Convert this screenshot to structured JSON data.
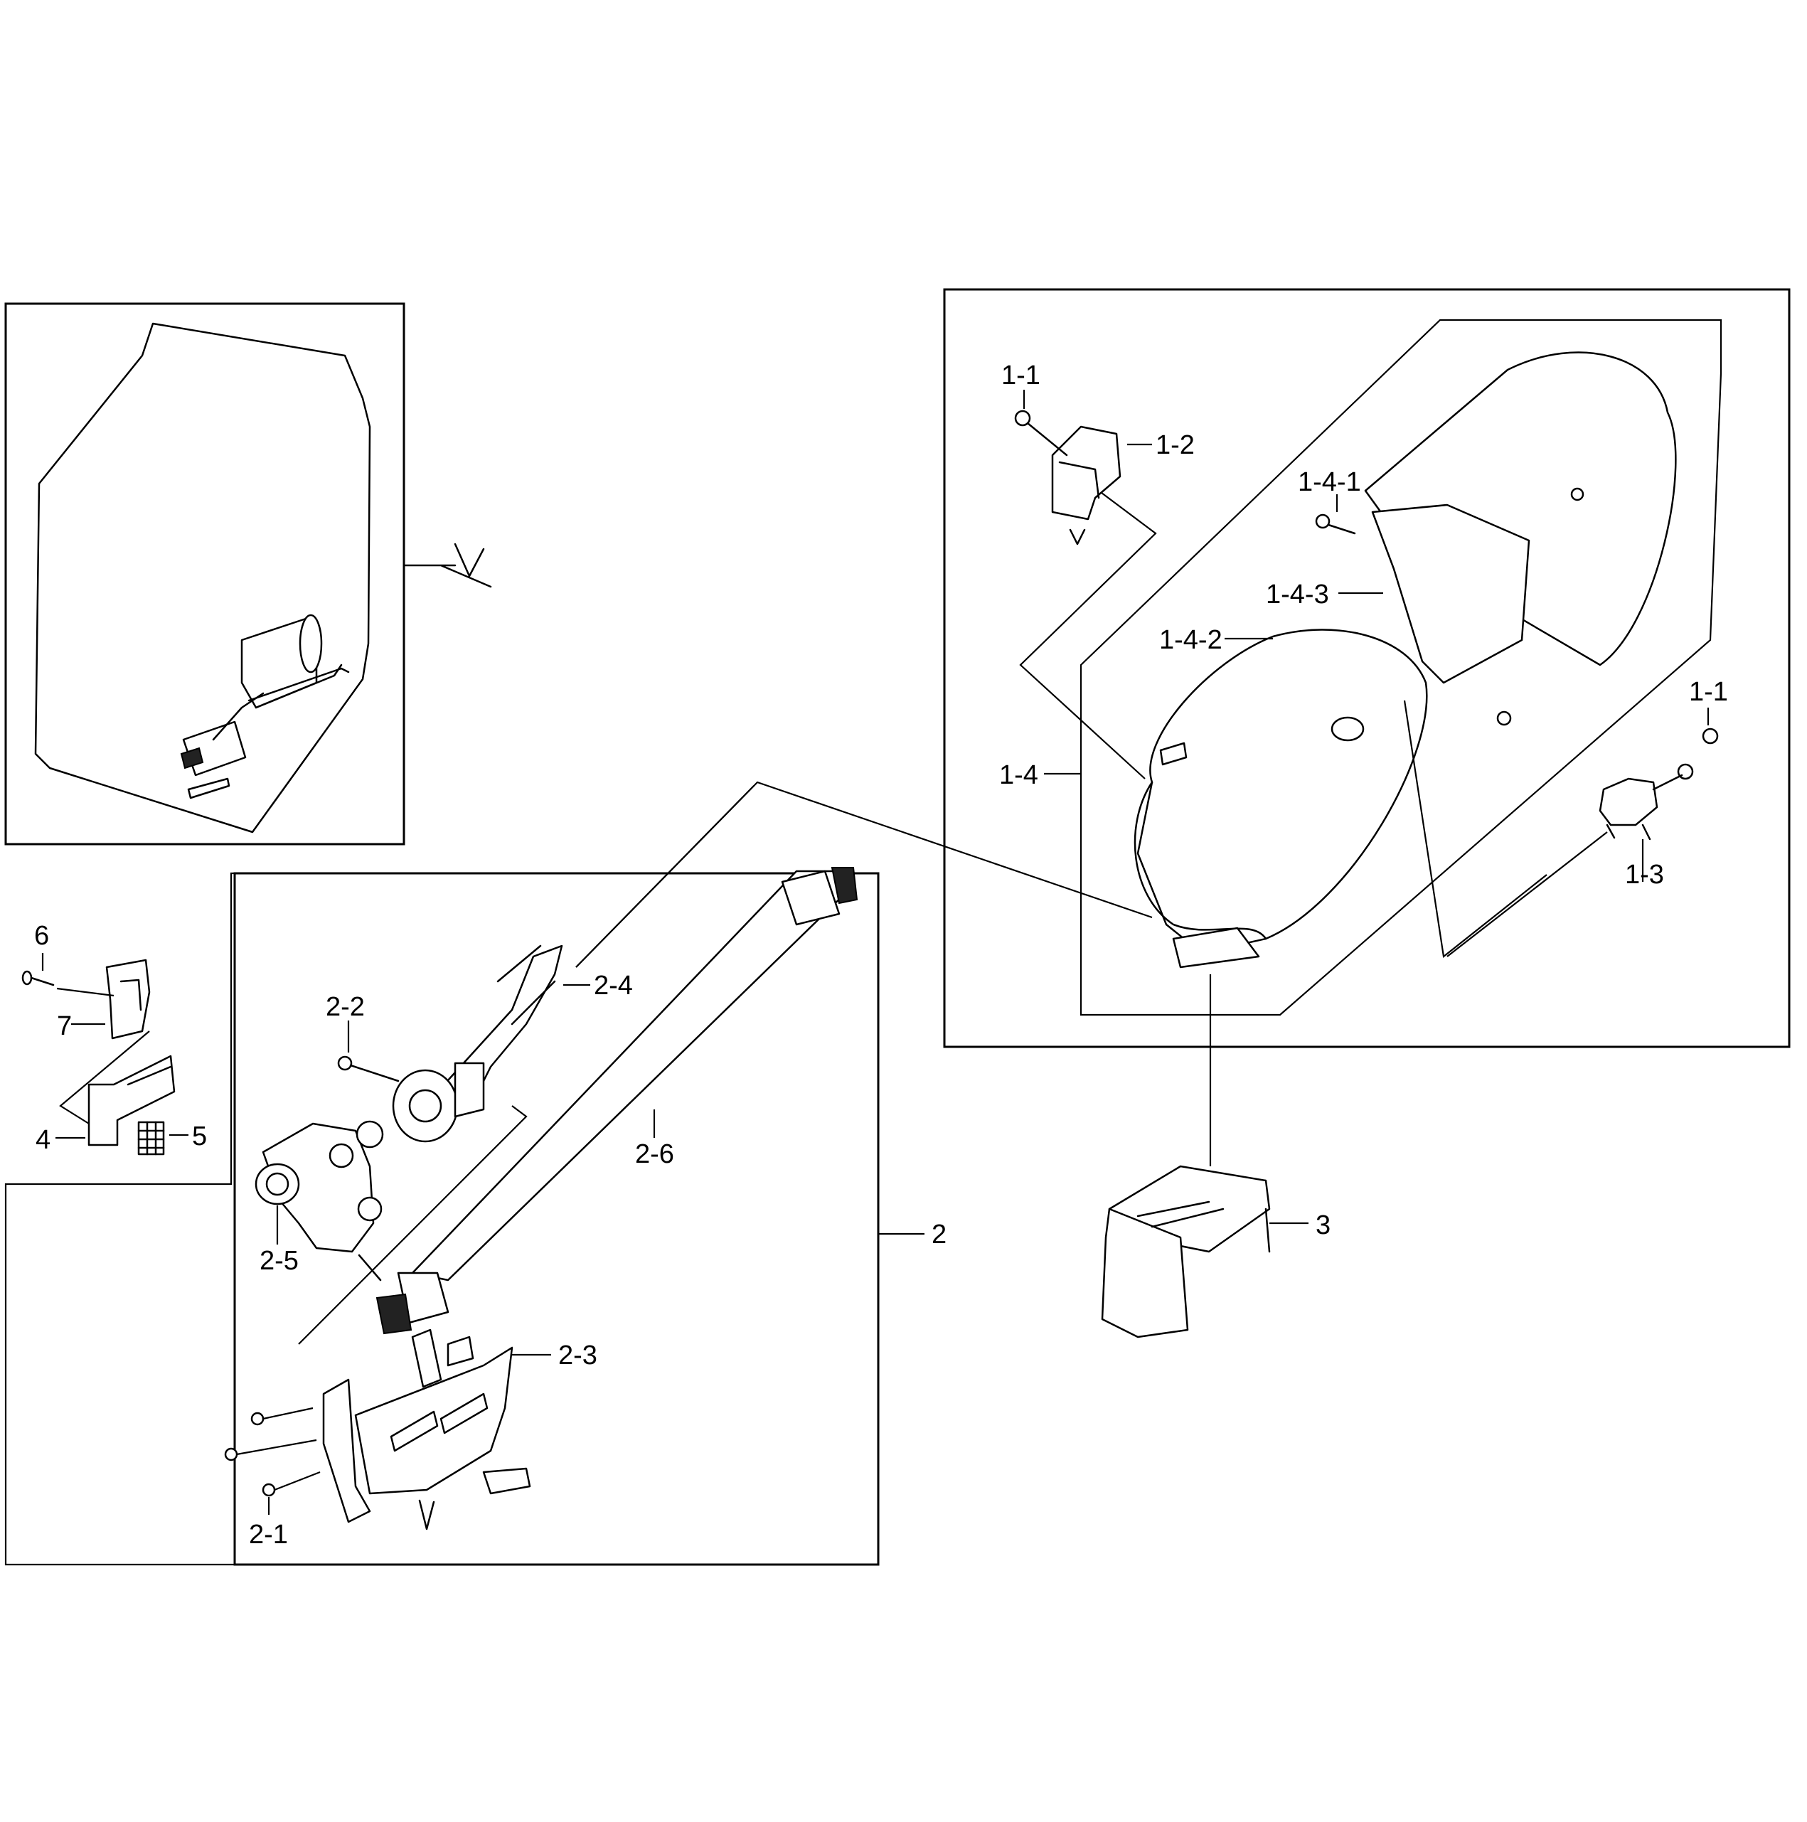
{
  "callouts": {
    "c_1_1_top": "1-1",
    "c_1_2": "1-2",
    "c_1_4_1": "1-4-1",
    "c_1_4_3": "1-4-3",
    "c_1_4_2": "1-4-2",
    "c_1_1_right": "1-1",
    "c_1_4": "1-4",
    "c_1_3": "1-3",
    "c_6": "6",
    "c_7": "7",
    "c_4": "4",
    "c_5": "5",
    "c_2_2": "2-2",
    "c_2_4": "2-4",
    "c_2_6": "2-6",
    "c_2_5": "2-5",
    "c_2": "2",
    "c_3": "3",
    "c_2_3": "2-3",
    "c_2_1": "2-1"
  }
}
